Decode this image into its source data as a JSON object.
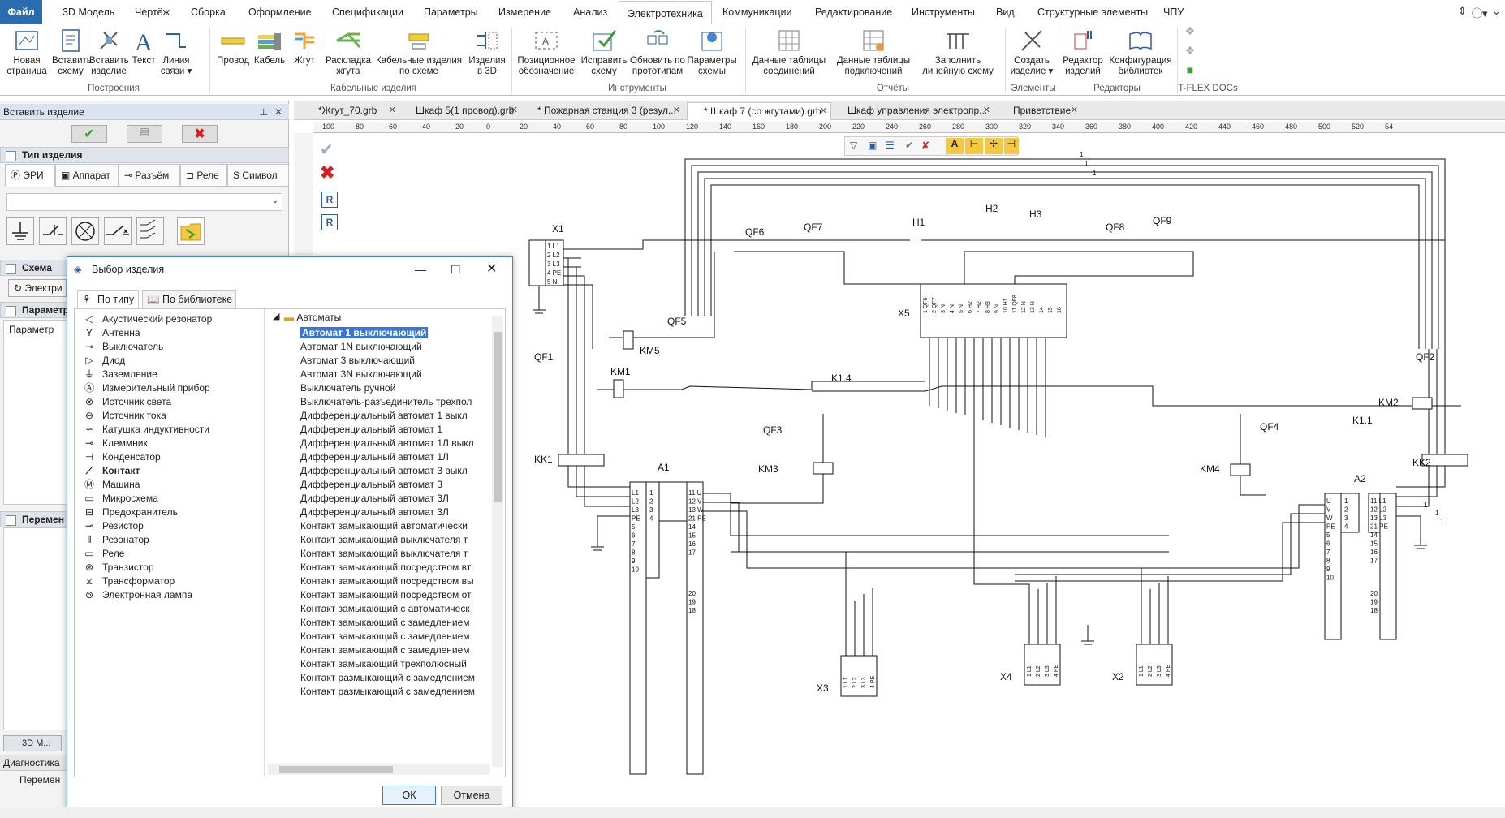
{
  "menu": {
    "file": "Файл",
    "items": [
      "3D Модель",
      "Чертёж",
      "Сборка",
      "Оформление",
      "Спецификации",
      "Параметры",
      "Измерение",
      "Анализ",
      "Электротехника",
      "Коммуникации",
      "Редактирование",
      "Инструменты",
      "Вид",
      "Структурные элементы",
      "ЧПУ"
    ],
    "active": "Электротехника"
  },
  "ribbon": {
    "buttons": [
      {
        "l1": "Новая",
        "l2": "страница",
        "icon": "new-page-icon"
      },
      {
        "l1": "Вставить",
        "l2": "схему",
        "icon": "insert-scheme-icon"
      },
      {
        "l1": "Вставить",
        "l2": "изделие",
        "icon": "insert-product-icon"
      },
      {
        "l1": "Текст",
        "l2": "",
        "icon": "text-icon"
      },
      {
        "l1": "Линия",
        "l2": "связи ▾",
        "icon": "link-line-icon"
      },
      {
        "l1": "Провод",
        "l2": "",
        "icon": "wire-icon"
      },
      {
        "l1": "Кабель",
        "l2": "",
        "icon": "cable-icon"
      },
      {
        "l1": "Жгут",
        "l2": "",
        "icon": "harness-icon"
      },
      {
        "l1": "Раскладка",
        "l2": "жгута",
        "icon": "harness-layout-icon"
      },
      {
        "l1": "Кабельные изделия",
        "l2": "по схеме",
        "icon": "cable-products-icon"
      },
      {
        "l1": "Изделия",
        "l2": "в 3D",
        "icon": "products-3d-icon"
      },
      {
        "l1": "Позиционное",
        "l2": "обозначение",
        "icon": "position-designation-icon"
      },
      {
        "l1": "Исправить",
        "l2": "схему",
        "icon": "fix-scheme-icon"
      },
      {
        "l1": "Обновить по",
        "l2": "прототипам",
        "icon": "update-prototypes-icon"
      },
      {
        "l1": "Параметры",
        "l2": "схемы",
        "icon": "scheme-params-icon"
      },
      {
        "l1": "Данные таблицы",
        "l2": "соединений",
        "icon": "connection-table-icon"
      },
      {
        "l1": "Данные таблицы",
        "l2": "подключений",
        "icon": "plug-table-icon"
      },
      {
        "l1": "Заполнить",
        "l2": "линейную схему",
        "icon": "fill-linear-scheme-icon"
      },
      {
        "l1": "Создать",
        "l2": "изделие ▾",
        "icon": "create-product-icon"
      },
      {
        "l1": "Редактор",
        "l2": "изделий",
        "icon": "product-editor-icon"
      },
      {
        "l1": "Конфигурация",
        "l2": "библиотек",
        "icon": "library-config-icon"
      }
    ],
    "groups": [
      "Построения",
      "Кабельные изделия",
      "Инструменты",
      "Отчёты",
      "Элементы",
      "Редакторы",
      "T-FLEX DOCs"
    ]
  },
  "left_panel": {
    "title": "Вставить изделие",
    "section_type": "Тип изделия",
    "tabs": [
      "ЭРИ",
      "Аппарат",
      "Разъём",
      "Реле",
      "Символ"
    ],
    "section_scheme": "Схема",
    "scheme_button": "Электри",
    "section_params": "Параметр",
    "param_header": "Параметр",
    "section_vars": "Перемен",
    "bottom_tab": "3D М...",
    "diag": "Диагностика",
    "vars_bottom": "Перемен"
  },
  "doc_tabs": [
    {
      "label": "*Жгут_70.grb"
    },
    {
      "label": "Шкаф 5(1 провод).grb"
    },
    {
      "label": "* Пожарная станция 3 (резул..."
    },
    {
      "label": "* Шкаф 7 (со жгутами).grb",
      "selected": true
    },
    {
      "label": "Шкаф управления электропр..."
    },
    {
      "label": "Приветствие"
    }
  ],
  "ruler_labels": [
    "-100",
    "-80",
    "-60",
    "-40",
    "-20",
    "0",
    "20",
    "40",
    "60",
    "80",
    "100",
    "120",
    "140",
    "160",
    "180",
    "200",
    "220",
    "240",
    "260",
    "280",
    "300",
    "320",
    "340",
    "360",
    "380",
    "400",
    "420",
    "440",
    "460",
    "480",
    "500",
    "520",
    "54"
  ],
  "dialog": {
    "title": "Выбор изделия",
    "tab_type": "По типу",
    "tab_lib": "По библиотеке",
    "types": [
      {
        "label": "Акустический резонатор",
        "g": "◁"
      },
      {
        "label": "Антенна",
        "g": "Y"
      },
      {
        "label": "Выключатель",
        "g": "⊸"
      },
      {
        "label": "Диод",
        "g": "▷"
      },
      {
        "label": "Заземление",
        "g": "⏚"
      },
      {
        "label": "Измерительный прибор",
        "g": "Ⓐ"
      },
      {
        "label": "Источник света",
        "g": "⊗"
      },
      {
        "label": "Источник тока",
        "g": "⊖"
      },
      {
        "label": "Катушка индуктивности",
        "g": "∽"
      },
      {
        "label": "Клеммник",
        "g": "⊸"
      },
      {
        "label": "Конденсатор",
        "g": "⊣"
      },
      {
        "label": "Контакт",
        "g": "⟋",
        "bold": true
      },
      {
        "label": "Машина",
        "g": "Ⓜ"
      },
      {
        "label": "Микросхема",
        "g": "▭"
      },
      {
        "label": "Предохранитель",
        "g": "⊟"
      },
      {
        "label": "Резистор",
        "g": "⊸"
      },
      {
        "label": "Резонатор",
        "g": "⫴"
      },
      {
        "label": "Реле",
        "g": "▭"
      },
      {
        "label": "Транзистор",
        "g": "⊛"
      },
      {
        "label": "Трансформатор",
        "g": "⧖"
      },
      {
        "label": "Электронная лампа",
        "g": "⊚"
      }
    ],
    "folder": "Автоматы",
    "items": [
      "Автомат 1 выключающий",
      "Автомат 1N выключающий",
      "Автомат 3 выключающий",
      "Автомат 3N выключающий",
      "Выключатель ручной",
      "Выключатель-разъединитель трехпол",
      "Дифференциальный автомат 1 выкл",
      "Дифференциальный автомат 1",
      "Дифференциальный автомат 1Л выкл",
      "Дифференциальный автомат 1Л",
      "Дифференциальный автомат 3 выкл",
      "Дифференциальный автомат 3",
      "Дифференциальный автомат 3Л",
      "Дифференциальный автомат 3Л",
      "Контакт замыкающий автоматически",
      "Контакт замыкающий выключателя т",
      "Контакт замыкающий выключателя т",
      "Контакт замыкающий посредством вт",
      "Контакт замыкающий посредством вы",
      "Контакт замыкающий посредством от",
      "Контакт замыкающий с автоматическ",
      "Контакт замыкающий с замедлением",
      "Контакт замыкающий с замедлением",
      "Контакт замыкающий с замедлением",
      "Контакт замыкающий трехполюсный",
      "Контакт размыкающий с замедлением",
      "Контакт размыкающий с замедлением"
    ],
    "ok": "ОК",
    "cancel": "Отмена"
  },
  "schematic": {
    "labels": [
      "X1",
      "QF6",
      "QF7",
      "H1",
      "H2",
      "H3",
      "QF8",
      "QF9",
      "X5",
      "QF5",
      "KM5",
      "KM1",
      "QF1",
      "K1.4",
      "QF2",
      "KM2",
      "K1.1",
      "QF3",
      "KM3",
      "QF4",
      "KM4",
      "KK1",
      "KK2",
      "A1",
      "A2",
      "X3",
      "X4",
      "X2"
    ],
    "x1_pins": [
      "1 L1",
      "2 L2",
      "3 L3",
      "4 PE",
      "5 N"
    ],
    "x5_pins": [
      "1 QF6",
      "2 QF7",
      "3 N",
      "4 N",
      "5 N",
      "6 H2",
      "7 H2",
      "8 H3",
      "9 N",
      "10 H1",
      "11 QF8",
      "12 N",
      "13 N",
      "14",
      "15",
      "16"
    ],
    "a1_left": [
      "L1",
      "L2",
      "L3",
      "PE",
      "5",
      "6",
      "7",
      "8",
      "9",
      "10"
    ],
    "a1_left_n": [
      "1",
      "2",
      "3",
      "4"
    ],
    "a1_right": [
      "11 U",
      "12 V",
      "13 W",
      "21 PE",
      "14",
      "15",
      "16",
      "17",
      "20",
      "19",
      "18"
    ],
    "a2_left": [
      "U",
      "V",
      "W",
      "PE",
      "5",
      "6",
      "7",
      "8",
      "9",
      "10"
    ],
    "a2_left_n": [
      "1",
      "2",
      "3",
      "4"
    ],
    "a2_right": [
      "11 L1",
      "12 L2",
      "13 L3",
      "21 PE",
      "14",
      "15",
      "16",
      "17",
      "20",
      "19",
      "18"
    ],
    "term_pins": [
      "1 L1",
      "2 L2",
      "3 L3",
      "4 PE"
    ],
    "wire_num": "1"
  }
}
